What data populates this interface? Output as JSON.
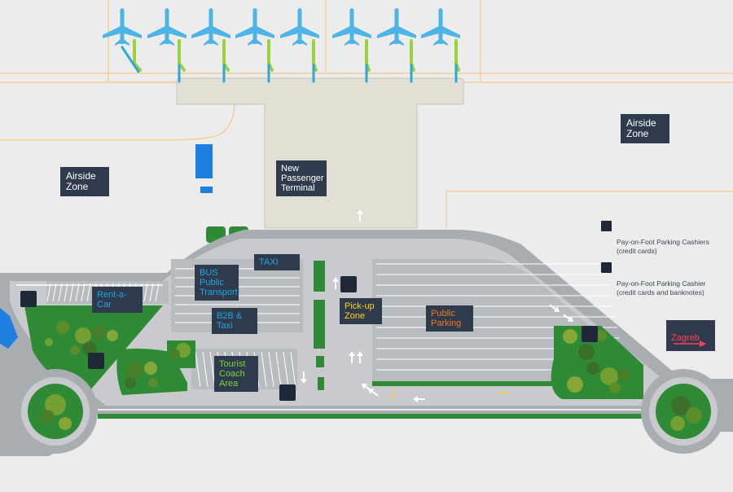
{
  "zones": {
    "airside_left": "Airside\nZone",
    "airside_right": "Airside\nZone",
    "terminal": "New\nPassenger\nTerminal",
    "taxi": "TAXI",
    "bus": "BUS\nPublic\nTransport",
    "rent_a_car": "Rent-a-Car",
    "b2b_taxi": "B2B & Taxi",
    "tourist_coach": "Tourist\nCoach\nArea",
    "pickup": "Pick-up\nZone",
    "public_parking": "Public\nParking",
    "zagreb": "Zagreb"
  },
  "legend": {
    "cashiers_card": "Pay-on-Foot Parking Cashiers\n(credit cards)",
    "cashier_card_cash": "Pay-on-Foot Parking Cashier\n(credit cards and banknotes)"
  },
  "icons": {
    "plane": "airplane-icon",
    "parking_cashier": "parking-cashier-icon",
    "arrow": "arrow-icon"
  },
  "colors": {
    "background": "#ececec",
    "road": "#9ea3a8",
    "parking_lot": "#c9cbce",
    "terminal": "#e2dfd4",
    "green": "#2f8a36",
    "label_bg": "#2f3b4d",
    "plane": "#4db4e6",
    "jet_bridge": "#9bd23c",
    "taxiway": "#f3c98a",
    "yellow": "#ffd21a"
  }
}
